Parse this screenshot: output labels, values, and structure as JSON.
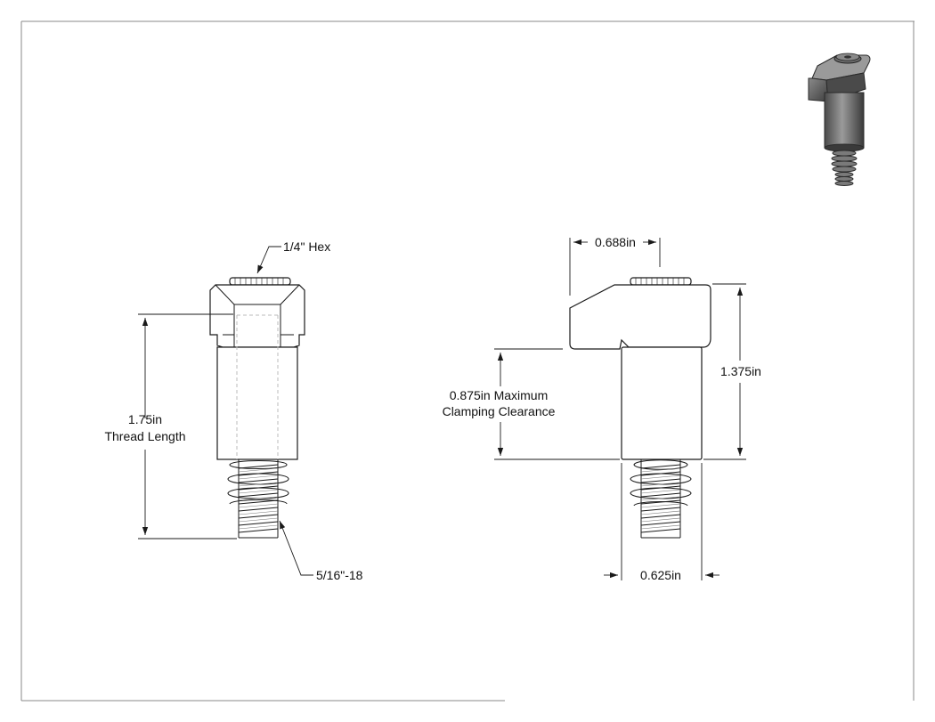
{
  "labels": {
    "hex": "1/4\" Hex",
    "thread_length_value": "1.75in",
    "thread_length_text": "Thread Length",
    "thread_spec": "5/16\"-18",
    "top_offset": "0.688in",
    "clearance_value": "0.875in Maximum",
    "clearance_text": "Clamping Clearance",
    "height": "1.375in",
    "diameter": "0.625in"
  },
  "colors": {
    "line": "#1a1a1a",
    "hidden_line": "#bbbbbb",
    "iso_dark": "#3a3a3a",
    "iso_mid": "#6e6e6e",
    "iso_light": "#9a9a9a"
  }
}
